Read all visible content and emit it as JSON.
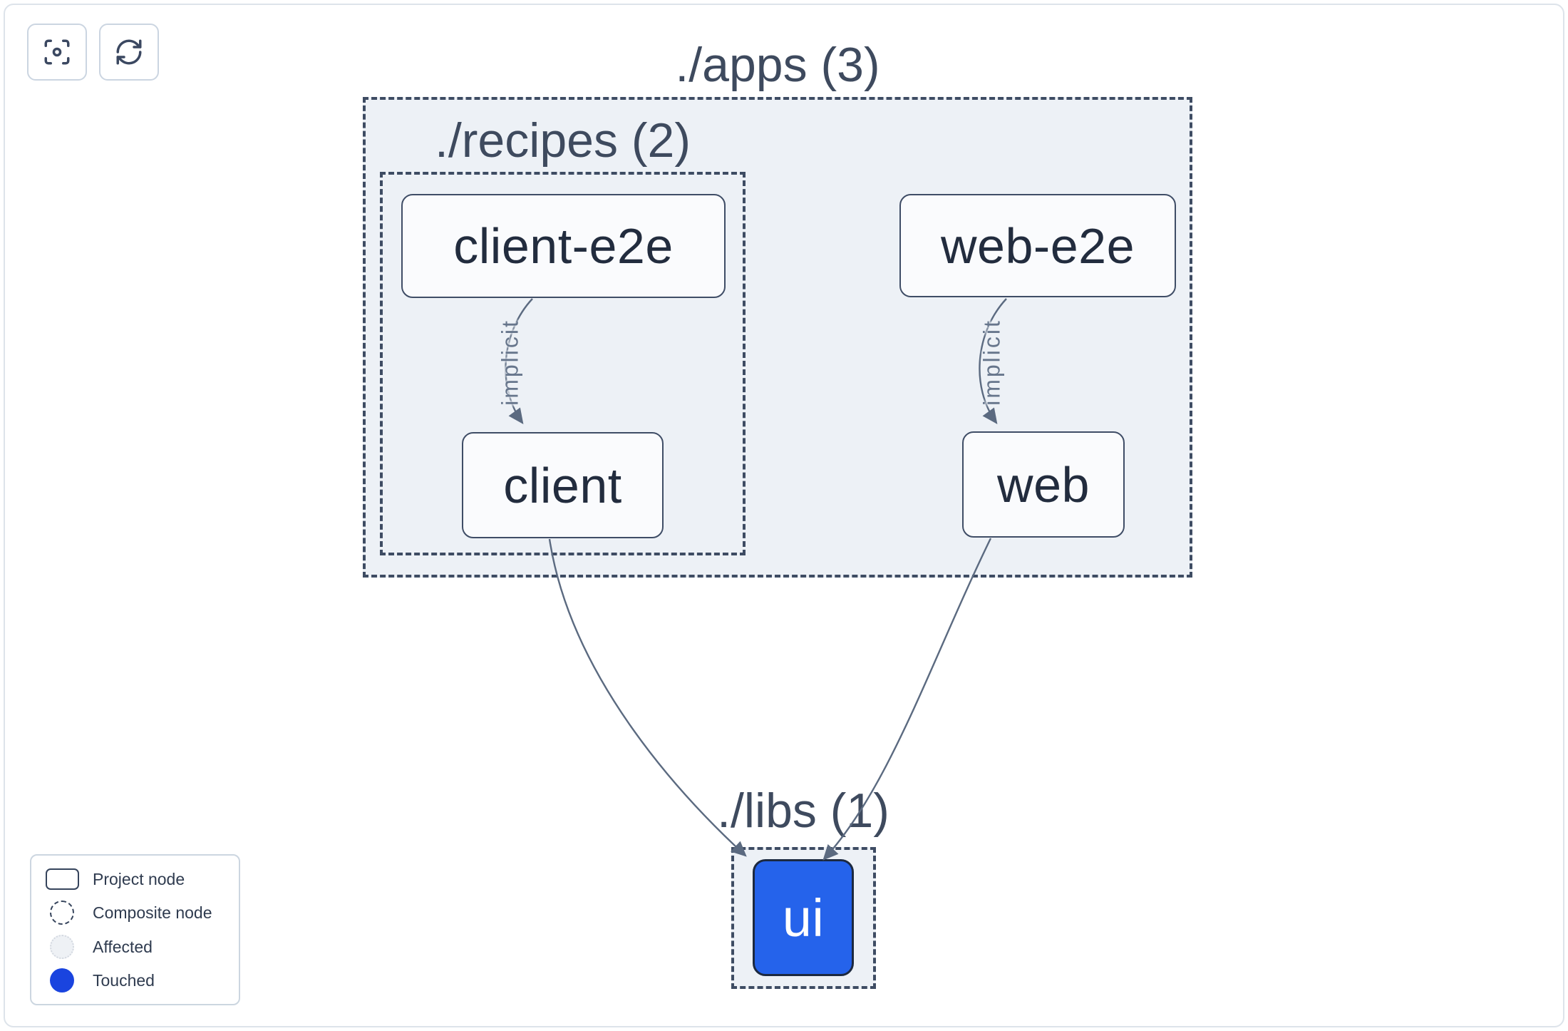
{
  "toolbar": {
    "buttons": [
      {
        "name": "focus",
        "icon": "focus-icon"
      },
      {
        "name": "refresh",
        "icon": "refresh-icon"
      }
    ]
  },
  "graph": {
    "groups": [
      {
        "id": "apps",
        "label": "./apps (3)",
        "count": 3
      },
      {
        "id": "recipes",
        "label": "./recipes (2)",
        "count": 2
      },
      {
        "id": "libs",
        "label": "./libs (1)",
        "count": 1
      }
    ],
    "nodes": [
      {
        "id": "client-e2e",
        "label": "client-e2e",
        "group": "recipes",
        "state": "normal"
      },
      {
        "id": "web-e2e",
        "label": "web-e2e",
        "group": "apps",
        "state": "normal"
      },
      {
        "id": "client",
        "label": "client",
        "group": "recipes",
        "state": "normal"
      },
      {
        "id": "web",
        "label": "web",
        "group": "apps",
        "state": "normal"
      },
      {
        "id": "ui",
        "label": "ui",
        "group": "libs",
        "state": "touched"
      }
    ],
    "edges": [
      {
        "source": "client-e2e",
        "target": "client",
        "label": "implicit"
      },
      {
        "source": "web-e2e",
        "target": "web",
        "label": "implicit"
      },
      {
        "source": "client",
        "target": "ui",
        "label": ""
      },
      {
        "source": "web",
        "target": "ui",
        "label": ""
      }
    ]
  },
  "legend": {
    "items": [
      {
        "swatch": "project-node-swatch",
        "label": "Project node"
      },
      {
        "swatch": "composite-node-swatch",
        "label": "Composite node"
      },
      {
        "swatch": "affected-swatch",
        "label": "Affected"
      },
      {
        "swatch": "touched-swatch",
        "label": "Touched"
      }
    ]
  },
  "colors": {
    "touched_node_blue": "#2563eb",
    "touched_legend_blue": "#1a44df",
    "container_fill": "#edf1f6",
    "dashed_border": "#3e4c63",
    "edge_stroke": "#5b6a80",
    "node_fill": "#fafbfd",
    "node_border": "#3f4d66",
    "node_text": "#222c3e",
    "group_label_text": "#3e4a5e",
    "affected_fill": "#eef1f5"
  }
}
